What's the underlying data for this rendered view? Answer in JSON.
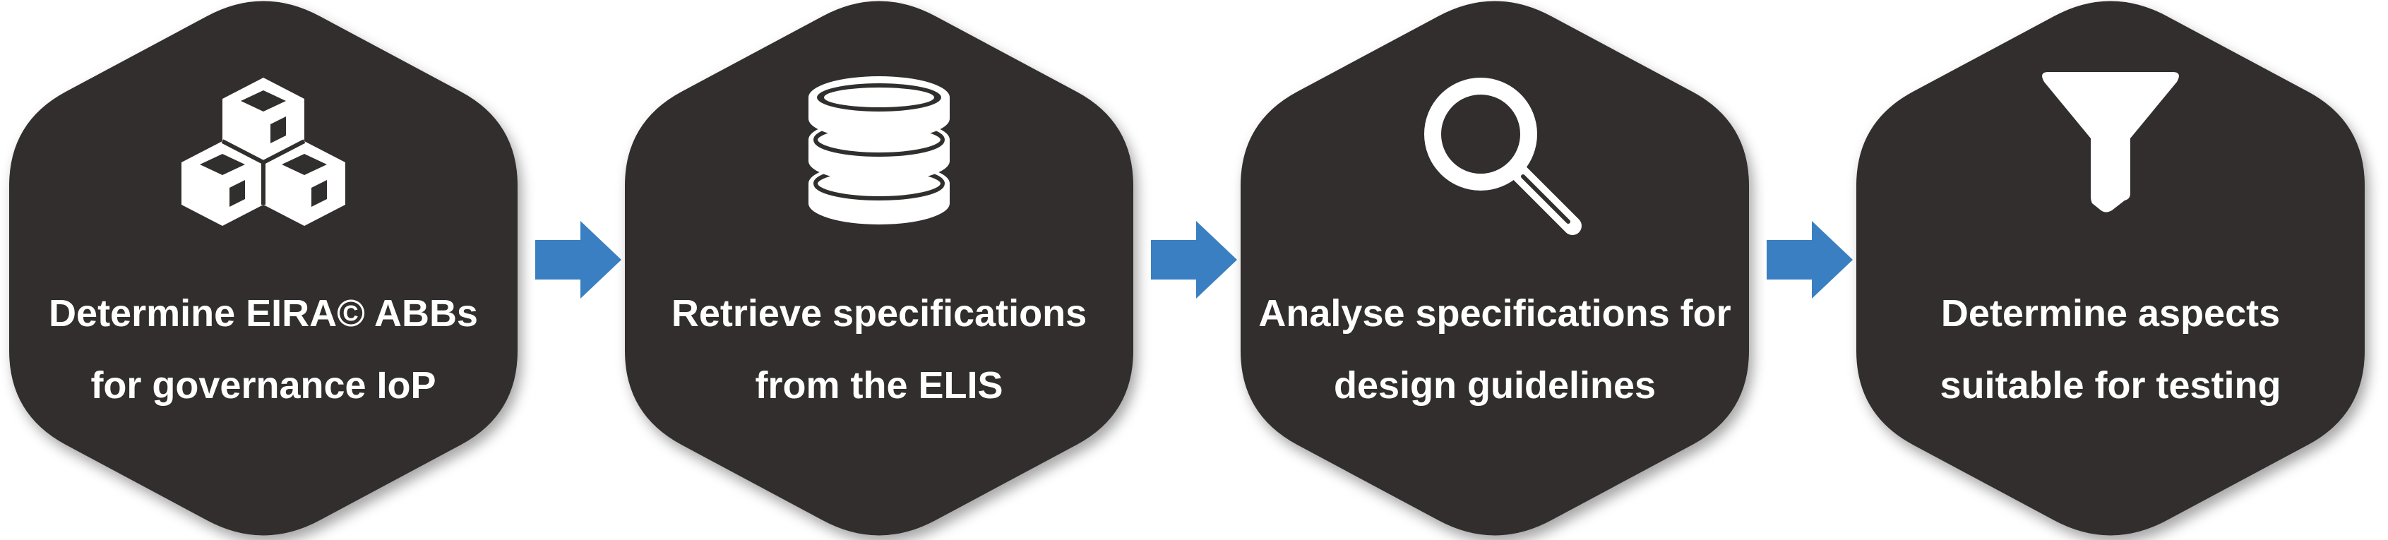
{
  "colors": {
    "hexagon_fill": "#312f2d",
    "arrow_fill": "#3a7fc2",
    "icon_fill": "#ffffff",
    "text": "#ffffff"
  },
  "steps": [
    {
      "icon": "cubes-icon",
      "line1": "Determine EIRA© ABBs",
      "line2": "for governance IoP"
    },
    {
      "icon": "database-icon",
      "line1": "Retrieve specifications",
      "line2": "from the ELIS"
    },
    {
      "icon": "search-icon",
      "line1": "Analyse specifications for",
      "line2": "design guidelines"
    },
    {
      "icon": "filter-icon",
      "line1": "Determine aspects",
      "line2": "suitable for testing"
    }
  ]
}
